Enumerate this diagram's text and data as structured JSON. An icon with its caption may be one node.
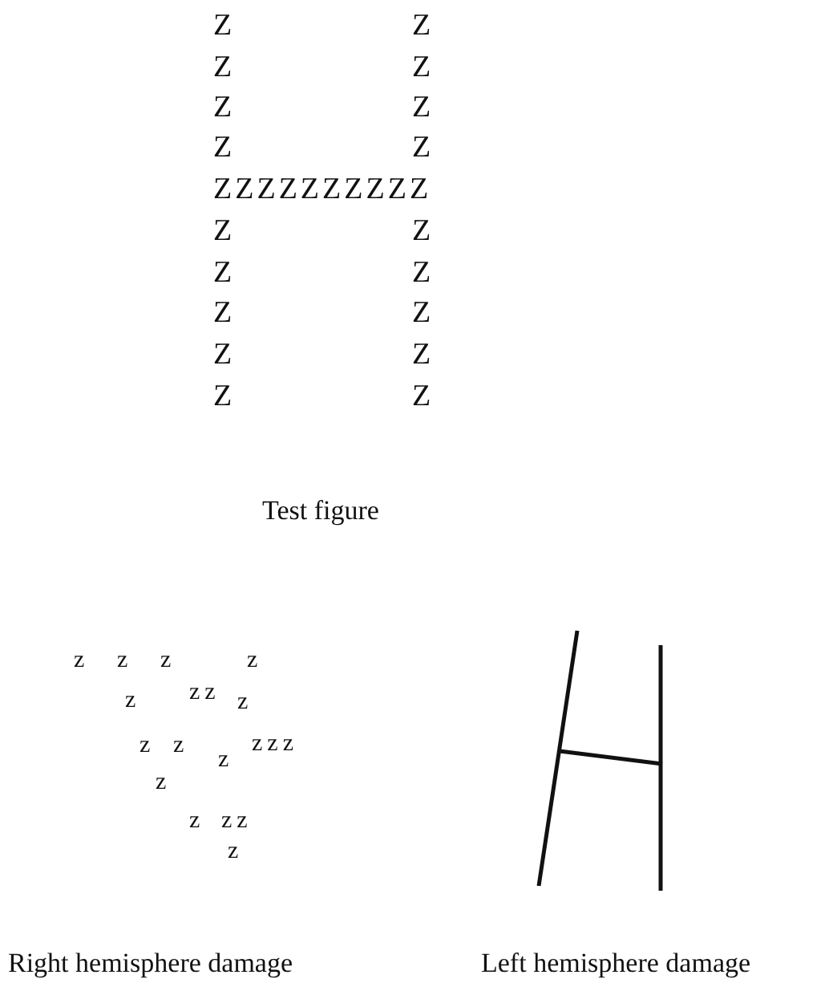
{
  "diagram": {
    "labels": [
      "Z",
      "Z",
      "Z",
      "Z",
      "Z",
      "Z",
      "Z",
      "Z",
      "ZZZZZZZZZZ",
      "Z",
      "Z",
      "Z",
      "Z",
      "Z",
      "Z",
      "Z",
      "Z",
      "Z",
      "Z",
      "Test figure",
      "z",
      "z",
      "z",
      "z",
      "z",
      "zz",
      "z",
      "z",
      "z",
      "z",
      "zzz",
      "z",
      "z",
      "zz",
      "z",
      "Right hemisphere damage",
      "Left hemisphere damage"
    ]
  }
}
